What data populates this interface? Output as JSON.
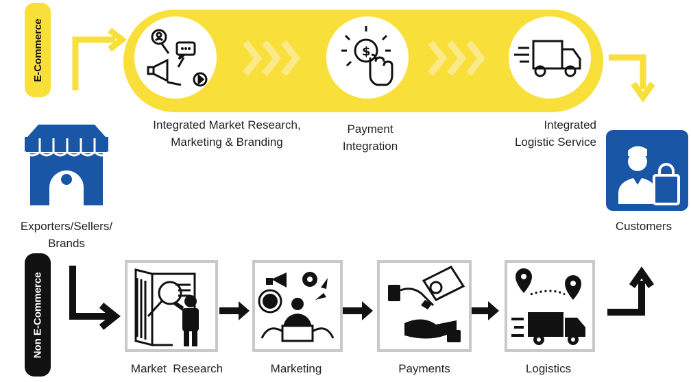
{
  "ecommerce": {
    "side_label": "E-Commerce",
    "steps": [
      {
        "label": "Integrated Market Research,\nMarketing & Branding",
        "icon": "megaphone-media-icon"
      },
      {
        "label": "Payment\nIntegration",
        "icon": "payment-tap-icon"
      },
      {
        "label": "Integrated\nLogistic Service",
        "icon": "delivery-truck-icon"
      }
    ]
  },
  "non_ecommerce": {
    "side_label": "Non E-Commerce",
    "steps": [
      {
        "label": "Market  Research",
        "icon": "market-research-icon"
      },
      {
        "label": "Marketing",
        "icon": "marketing-icon"
      },
      {
        "label": "Payments",
        "icon": "payments-icon"
      },
      {
        "label": "Logistics",
        "icon": "logistics-icon"
      }
    ]
  },
  "source": {
    "label": "Exporters/Sellers/\nBrands",
    "icon": "storefront-icon"
  },
  "target": {
    "label": "Customers",
    "icon": "customer-shopping-icon"
  },
  "colors": {
    "yellow": "#f8df3a",
    "blue": "#1a56a6",
    "dark": "#111111",
    "box_border": "#c9c9c9"
  }
}
